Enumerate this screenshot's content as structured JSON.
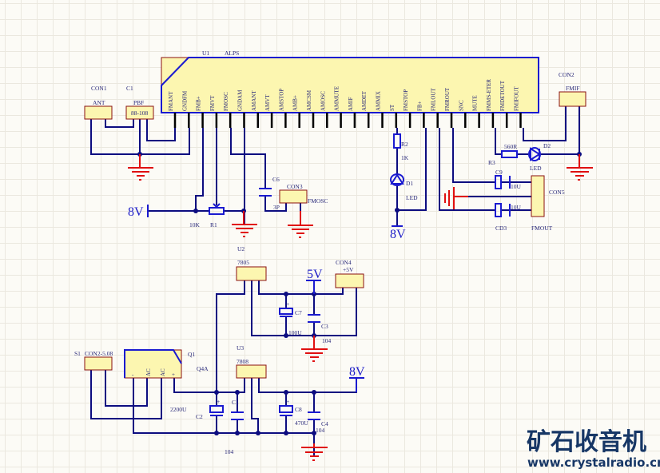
{
  "ic": {
    "designator": "U1",
    "part": "ALPS",
    "pins": [
      "FMANT",
      "GNDFM",
      "FMB+",
      "FMVT",
      "FMOSC",
      "GNDAM",
      "AMANT",
      "AMVT",
      "AMSTOP",
      "AMB+",
      "AMCSM",
      "AMOSC",
      "AMMUTE",
      "AMIF",
      "AMDET",
      "AMMIX",
      "ST",
      "FMSTOP",
      "FB+",
      "FMLOUT",
      "FMROUT",
      "SNC",
      "MUTE",
      "FMMS-ETER",
      "FMDETOUT",
      "FMIFOUT"
    ]
  },
  "labels": {
    "con1": "CON1",
    "ant": "ANT",
    "c1": "C1",
    "pbf": "PBF",
    "pbf_value": "88-108",
    "c6": "C6",
    "c6_value": "3P",
    "con3": "CON3",
    "fmosc": "FMOSC",
    "r1_value": "10K",
    "r1": "R1",
    "v8_top": "8V",
    "r2": "R2",
    "r2_value": "1K",
    "d1": "D1",
    "d1_value": "LED",
    "v8_st": "8V",
    "con2": "CON2",
    "fmif": "FMIF",
    "r3": "R3",
    "r3_value": "560R",
    "d2": "D2",
    "d2_value": "LED",
    "c9": "C9",
    "c9_value": "10U",
    "cd3": "CD3",
    "cd3_value": "10U",
    "con5": "CON5",
    "fmout": "FMOUT",
    "u2": "U2",
    "u2_value": "7805",
    "v5": "5V",
    "con4": "CON4",
    "con4_value": "+5V",
    "c7": "C7",
    "c7_value": "100U",
    "c3": "C3",
    "c3_value": "104",
    "s1": "S1",
    "s1_value": "CON2-5.08",
    "q1": "Q1",
    "q1_value": "Q4A",
    "q1_minus": "-",
    "q1_ac1": "AC",
    "q1_ac2": "AC",
    "q1_plus": "+",
    "u3": "U3",
    "u3_value": "7808",
    "v8_reg": "8V",
    "c2": "C2",
    "c2_value": "2200U",
    "c1b": "C1",
    "c1b_value": "104",
    "c8": "C8",
    "c8_value": "470U",
    "c4": "C4",
    "c4_value": "104"
  },
  "logo": {
    "title": "矿石收音机",
    "url": "www.crystalradio.cn"
  },
  "colors": {
    "wire": "#0c0c80",
    "ground": "#e01010",
    "component_fill": "#fcf6b0",
    "logo": "#173766"
  }
}
